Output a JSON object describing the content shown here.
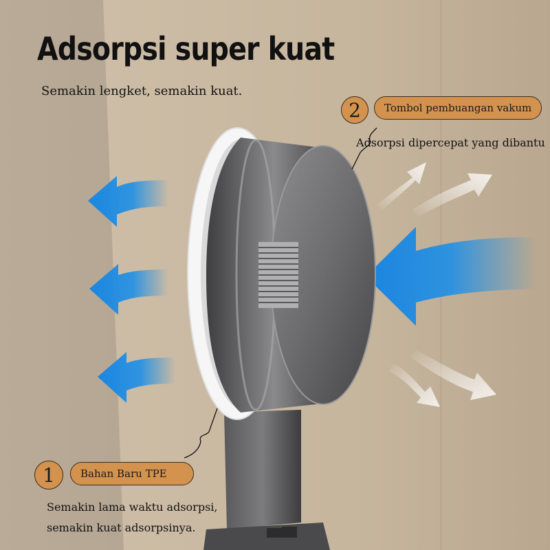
{
  "heading": {
    "title": "Adsorpsi super kuat",
    "subtitle": "Semakin lengket, semakin kuat."
  },
  "callout_2": {
    "number": "2",
    "label": "Tombol pembuangan vakum",
    "description": "Adsorpsi dipercepat yang dibantu"
  },
  "callout_1": {
    "number": "1",
    "label": "Bahan Baru TPE",
    "description_line1": "Semakin lama waktu adsorpsi,",
    "description_line2": "semakin kuat adsorpsinya."
  },
  "colors": {
    "badge": "#d3934f",
    "arrow_blue": "#1e8fe6",
    "wall": "#c9b9a3"
  }
}
